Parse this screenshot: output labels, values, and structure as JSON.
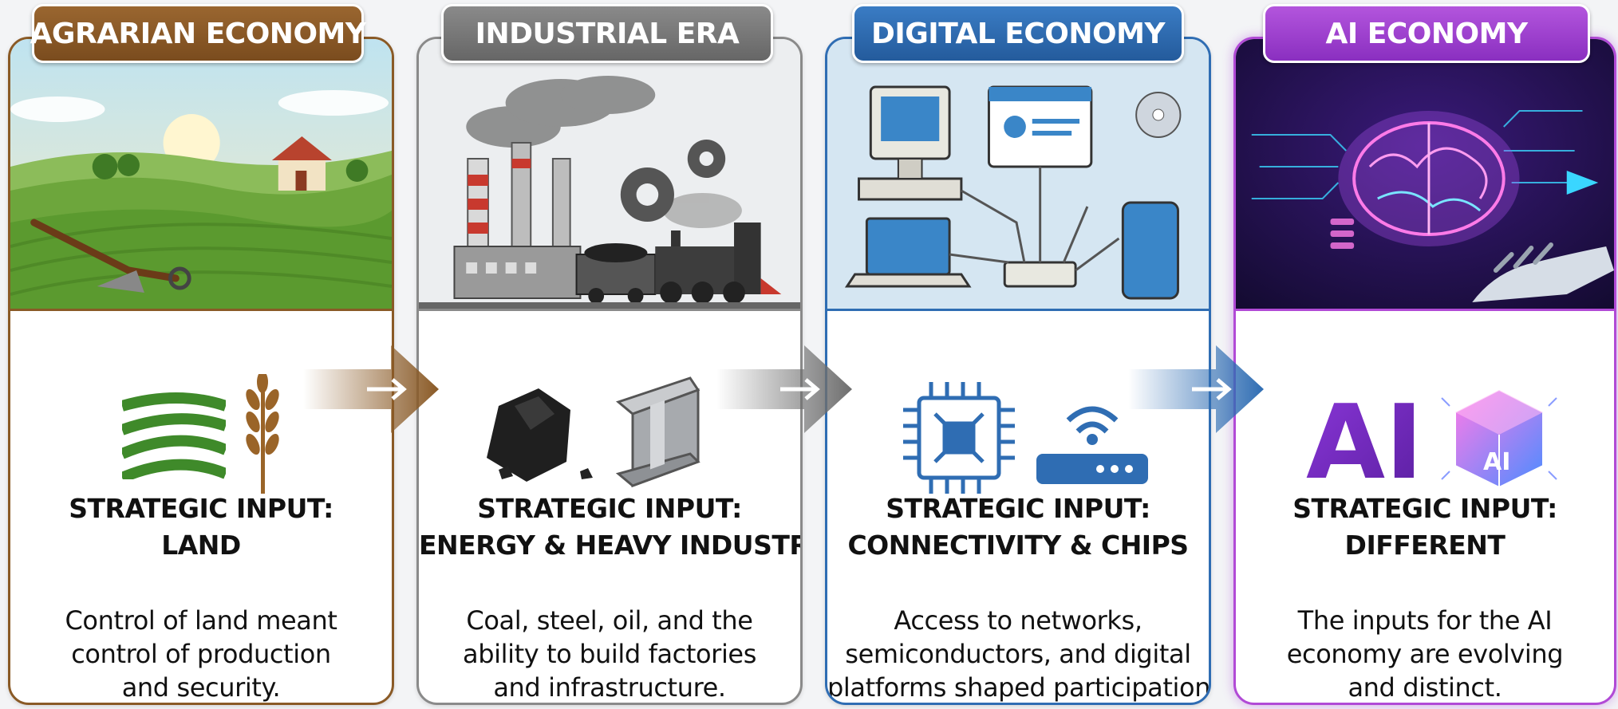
{
  "stages": [
    {
      "title": "AGRARIAN ECONOMY",
      "heading_line1": "STRATEGIC INPUT:",
      "heading_line2": "LAND",
      "desc_lines": [
        "Control of land meant",
        "control of production",
        "and security."
      ],
      "accent": "#8a5a26"
    },
    {
      "title": "INDUSTRIAL ERA",
      "heading_line1": "STRATEGIC INPUT:",
      "heading_line2": "ENERGY & HEAVY INDUSTRY",
      "desc_lines": [
        "Coal, steel, oil, and the",
        "ability to build factories",
        "and infrastructure."
      ],
      "accent": "#6e6e6e"
    },
    {
      "title": "DIGITAL ECONOMY",
      "heading_line1": "STRATEGIC INPUT:",
      "heading_line2": "CONNECTIVITY & CHIPS",
      "desc_lines": [
        "Access to networks,",
        "semiconductors, and digital",
        "platforms shaped participation."
      ],
      "accent": "#2f6db3"
    },
    {
      "title": "AI ECONOMY",
      "heading_line1": "STRATEGIC INPUT:",
      "heading_line2": "DIFFERENT",
      "desc_lines": [
        "The inputs for the AI",
        "economy are evolving",
        "and distinct."
      ],
      "accent": "#9b3fc4",
      "icon_text": "AI",
      "cube_text": "AI"
    }
  ],
  "icons": {
    "stage1": [
      "field-icon",
      "wheat-icon"
    ],
    "stage2": [
      "coal-icon",
      "steel-beam-icon"
    ],
    "stage3": [
      "chip-icon",
      "router-icon"
    ],
    "stage4": [
      "ai-letters-icon",
      "ai-cube-icon"
    ],
    "arrows": [
      "arrow-right-icon",
      "arrow-right-icon",
      "arrow-right-icon"
    ]
  }
}
